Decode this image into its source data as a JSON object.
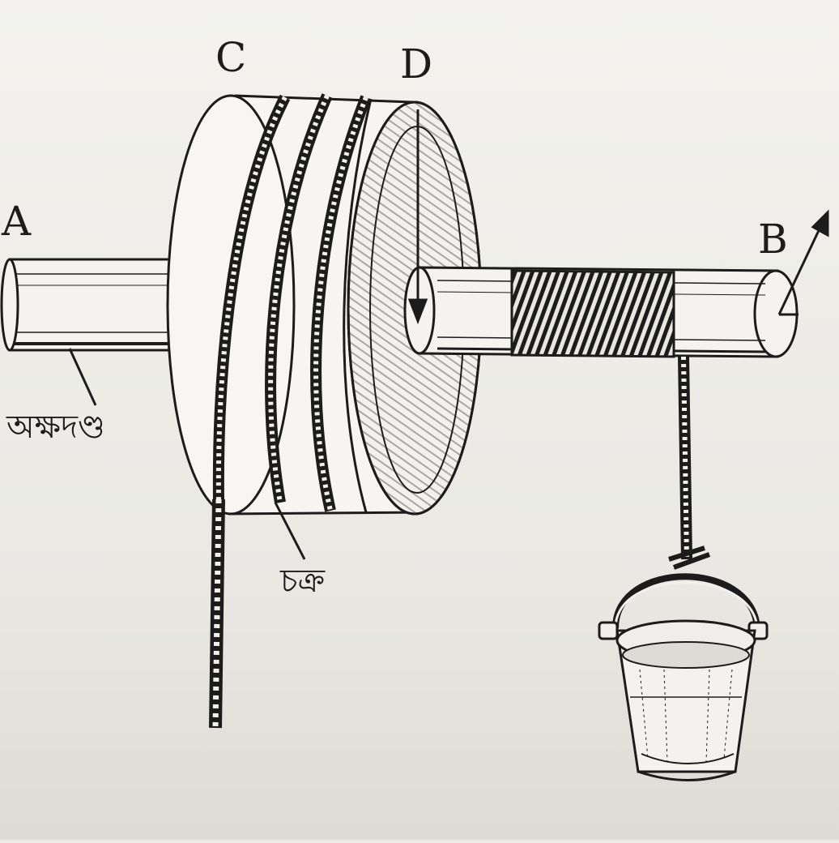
{
  "diagram": {
    "labels": {
      "a": "A",
      "b": "B",
      "c": "C",
      "d": "D",
      "axle": "অক্ষদণ্ড",
      "wheel": "চক্র"
    },
    "colors": {
      "ink": "#1c1c1c",
      "paper": "#ecebe6",
      "shade": "#6a6a6a"
    }
  }
}
